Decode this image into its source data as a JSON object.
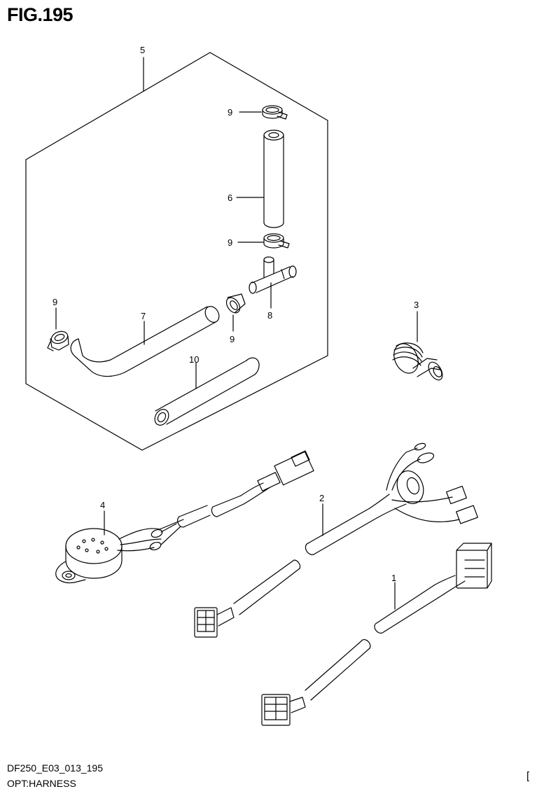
{
  "figure": {
    "title": "FIG.195",
    "code": "DF250_E03_013_195",
    "name": "OPT:HARNESS",
    "corner_mark": "["
  },
  "callouts": [
    {
      "id": "c5",
      "label": "5"
    },
    {
      "id": "c9a",
      "label": "9"
    },
    {
      "id": "c6",
      "label": "6"
    },
    {
      "id": "c9b",
      "label": "9"
    },
    {
      "id": "c9c",
      "label": "9"
    },
    {
      "id": "c7",
      "label": "7"
    },
    {
      "id": "c9d",
      "label": "9"
    },
    {
      "id": "c8",
      "label": "8"
    },
    {
      "id": "c10",
      "label": "10"
    },
    {
      "id": "c3",
      "label": "3"
    },
    {
      "id": "c4",
      "label": "4"
    },
    {
      "id": "c2",
      "label": "2"
    },
    {
      "id": "c1",
      "label": "1"
    }
  ]
}
